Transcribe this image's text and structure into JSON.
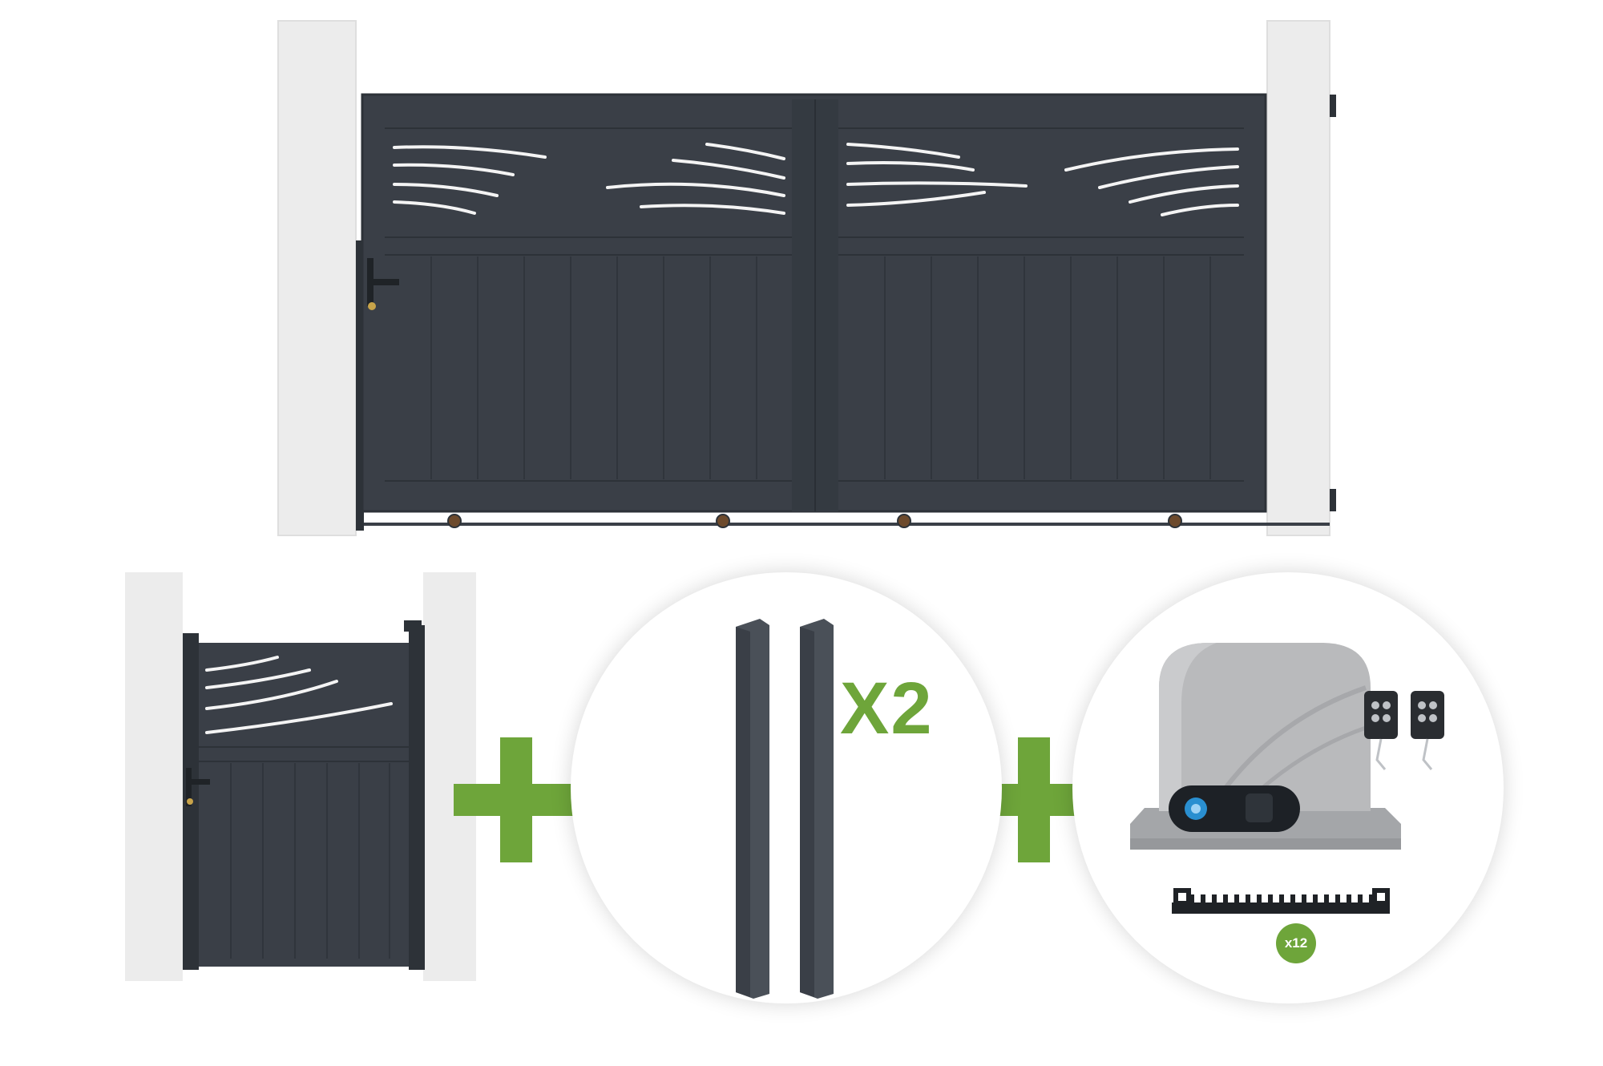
{
  "components": {
    "sliding_gate": "sliding-gate",
    "pedestrian_gate": "pedestrian-gate",
    "posts": "gate-posts",
    "motor_kit": "sliding-gate-motor-kit"
  },
  "labels": {
    "posts_quantity": "X2",
    "rack_quantity": "x12"
  },
  "icons": {
    "plus": "plus-icon"
  },
  "colors": {
    "gate": "#3a3f47",
    "gate_dark": "#2d3238",
    "gate_light": "#464c55",
    "pillar": "#ececec",
    "accent_green": "#6ea53a",
    "motor_body": "#b9babc",
    "motor_base": "#a4a6a9"
  }
}
